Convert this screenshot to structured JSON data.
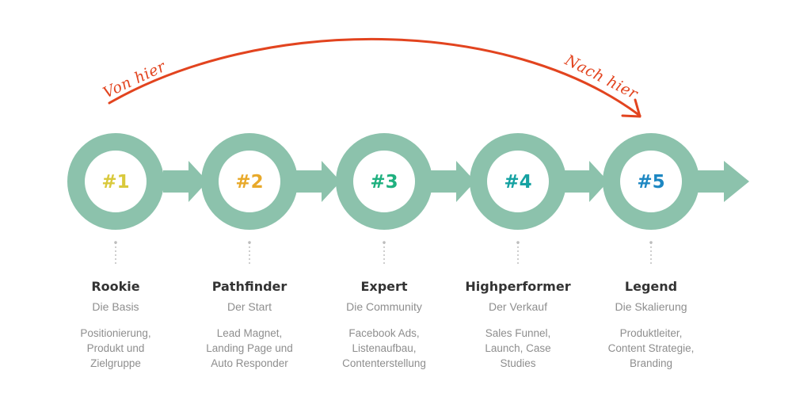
{
  "annotations": {
    "from": "Von hier",
    "to": "Nach hier"
  },
  "colors": {
    "ring": "#8cc2ac",
    "arrow_curve": "#e2441f",
    "connector_dots": "#bdbdbd",
    "title_text": "#333333",
    "body_text": "#8e8e8e"
  },
  "stages": [
    {
      "number": "#1",
      "color": "#d9c93c",
      "title": "Rookie",
      "subtitle": "Die Basis",
      "lines": [
        "Positionierung,",
        "Produkt und",
        "Zielgruppe"
      ]
    },
    {
      "number": "#2",
      "color": "#e8a92a",
      "title": "Pathfinder",
      "subtitle": "Der Start",
      "lines": [
        "Lead Magnet,",
        "Landing Page und",
        "Auto Responder"
      ]
    },
    {
      "number": "#3",
      "color": "#1fb07f",
      "title": "Expert",
      "subtitle": "Die Community",
      "lines": [
        "Facebook Ads,",
        "Listenaufbau,",
        "Contenterstellung"
      ]
    },
    {
      "number": "#4",
      "color": "#16a2a2",
      "title": "Highperformer",
      "subtitle": "Der Verkauf",
      "lines": [
        "Sales Funnel,",
        "Launch, Case",
        "Studies"
      ]
    },
    {
      "number": "#5",
      "color": "#1d87c2",
      "title": "Legend",
      "subtitle": "Die Skalierung",
      "lines": [
        "Produktleiter,",
        "Content Strategie,",
        "Branding"
      ]
    }
  ]
}
